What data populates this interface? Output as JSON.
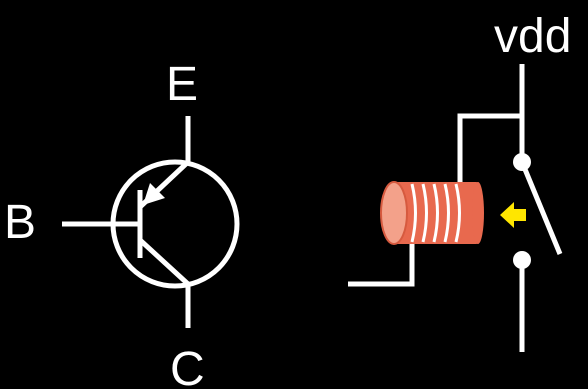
{
  "colors": {
    "background": "#000000",
    "wire": "#ffffff",
    "coil_body": "#e8694e",
    "coil_highlight": "#f3a18a",
    "arrow": "#ffe600"
  },
  "transistor": {
    "label_emitter": "E",
    "label_base": "B",
    "label_collector": "C"
  },
  "relay": {
    "label_supply": "vdd"
  }
}
